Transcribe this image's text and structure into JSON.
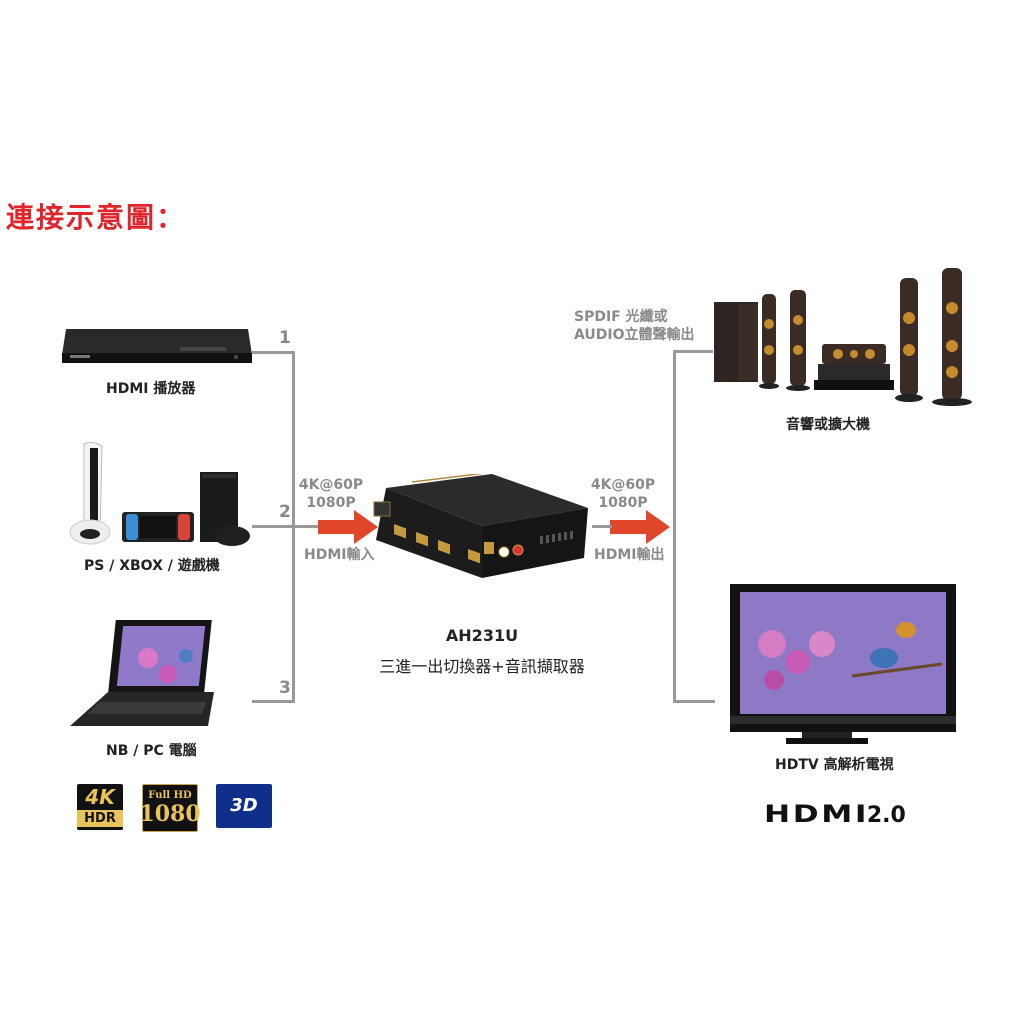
{
  "title": "連接示意圖：",
  "sources": {
    "player_label": "HDMI 播放器",
    "consoles_label": "PS / XBOX / 遊戲機",
    "laptop_label": "NB / PC 電腦",
    "ports": [
      "1",
      "2",
      "3"
    ]
  },
  "input": {
    "res1": "4K@60P",
    "res2": "1080P",
    "label": "HDMI輸入"
  },
  "device": {
    "model": "AH231U",
    "desc": "三進一出切換器+音訊擷取器"
  },
  "output": {
    "res1": "4K@60P",
    "res2": "1080P",
    "label": "HDMI輸出"
  },
  "audio_out": {
    "line1": "SPDIF 光纖或",
    "line2": "AUDIO立體聲輸出",
    "label": "音響或擴大機"
  },
  "tv": {
    "label": "HDTV 高解析電視"
  },
  "badges": {
    "k4_top": "4K",
    "k4_bottom": "HDR",
    "fullhd_top": "Full HD",
    "fullhd_bottom": "1080",
    "d3": "3D"
  },
  "hdmi_logo": {
    "brand": "HDMI",
    "version": "2.0"
  },
  "colors": {
    "title": "#e0242b",
    "arrow": "#e0472a",
    "line": "#999999"
  }
}
